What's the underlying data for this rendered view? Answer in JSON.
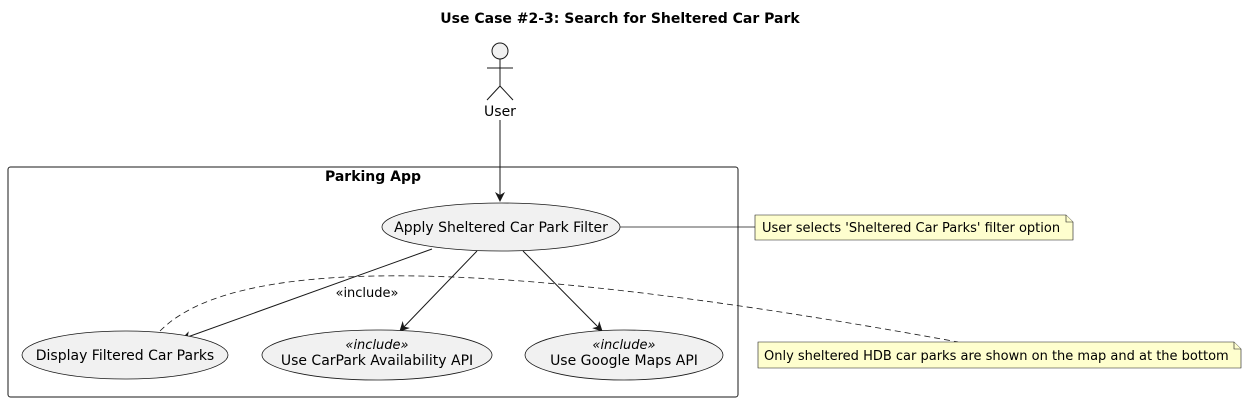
{
  "diagram": {
    "title": "Use Case #2-3: Search for Sheltered Car Park",
    "actor": {
      "name": "User"
    },
    "package": {
      "name": "Parking App"
    },
    "use_cases": {
      "apply_filter": "Apply Sheltered Car Park Filter",
      "display_filtered": "Display Filtered Car Parks",
      "carpark_api": "Use CarPark Availability API",
      "maps_api": "Use Google Maps API"
    },
    "stereotypes": {
      "carpark_api": "«include»",
      "maps_api": "«include»"
    },
    "relation_labels": {
      "include_display": "«include»"
    },
    "notes": {
      "filter_note": "User selects 'Sheltered Car Parks' filter option",
      "display_note": "Only sheltered HDB car parks are shown on the map and at the bottom"
    },
    "colors": {
      "usecase_fill": "#f1f1f1",
      "note_fill": "#fefece",
      "line": "#181818"
    }
  }
}
